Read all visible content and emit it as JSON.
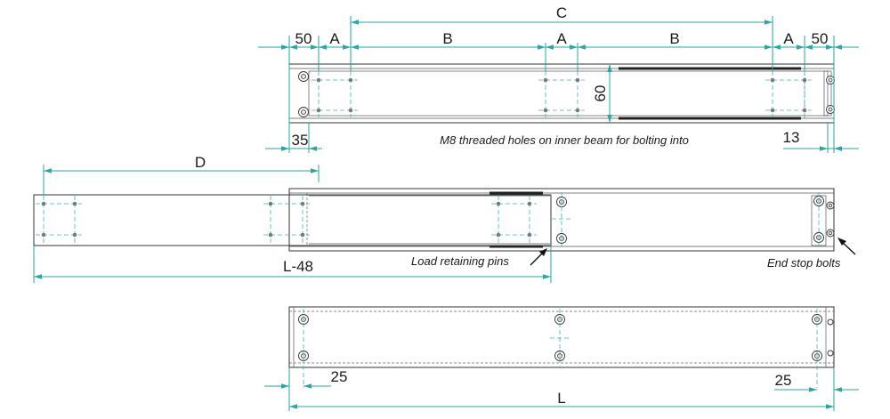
{
  "dimensions": {
    "C": "C",
    "A": "A",
    "B": "B",
    "val_50": "50",
    "val_60": "60",
    "val_35": "35",
    "val_13": "13",
    "D": "D",
    "L_minus_48": "L-48",
    "val_25": "25",
    "L": "L"
  },
  "notes": {
    "m8_holes": "M8 threaded holes on inner beam for bolting into",
    "load_pins": "Load retaining pins",
    "end_stop": "End stop bolts"
  },
  "colors": {
    "dimension": "#2aa6a6",
    "outline": "#333333"
  }
}
